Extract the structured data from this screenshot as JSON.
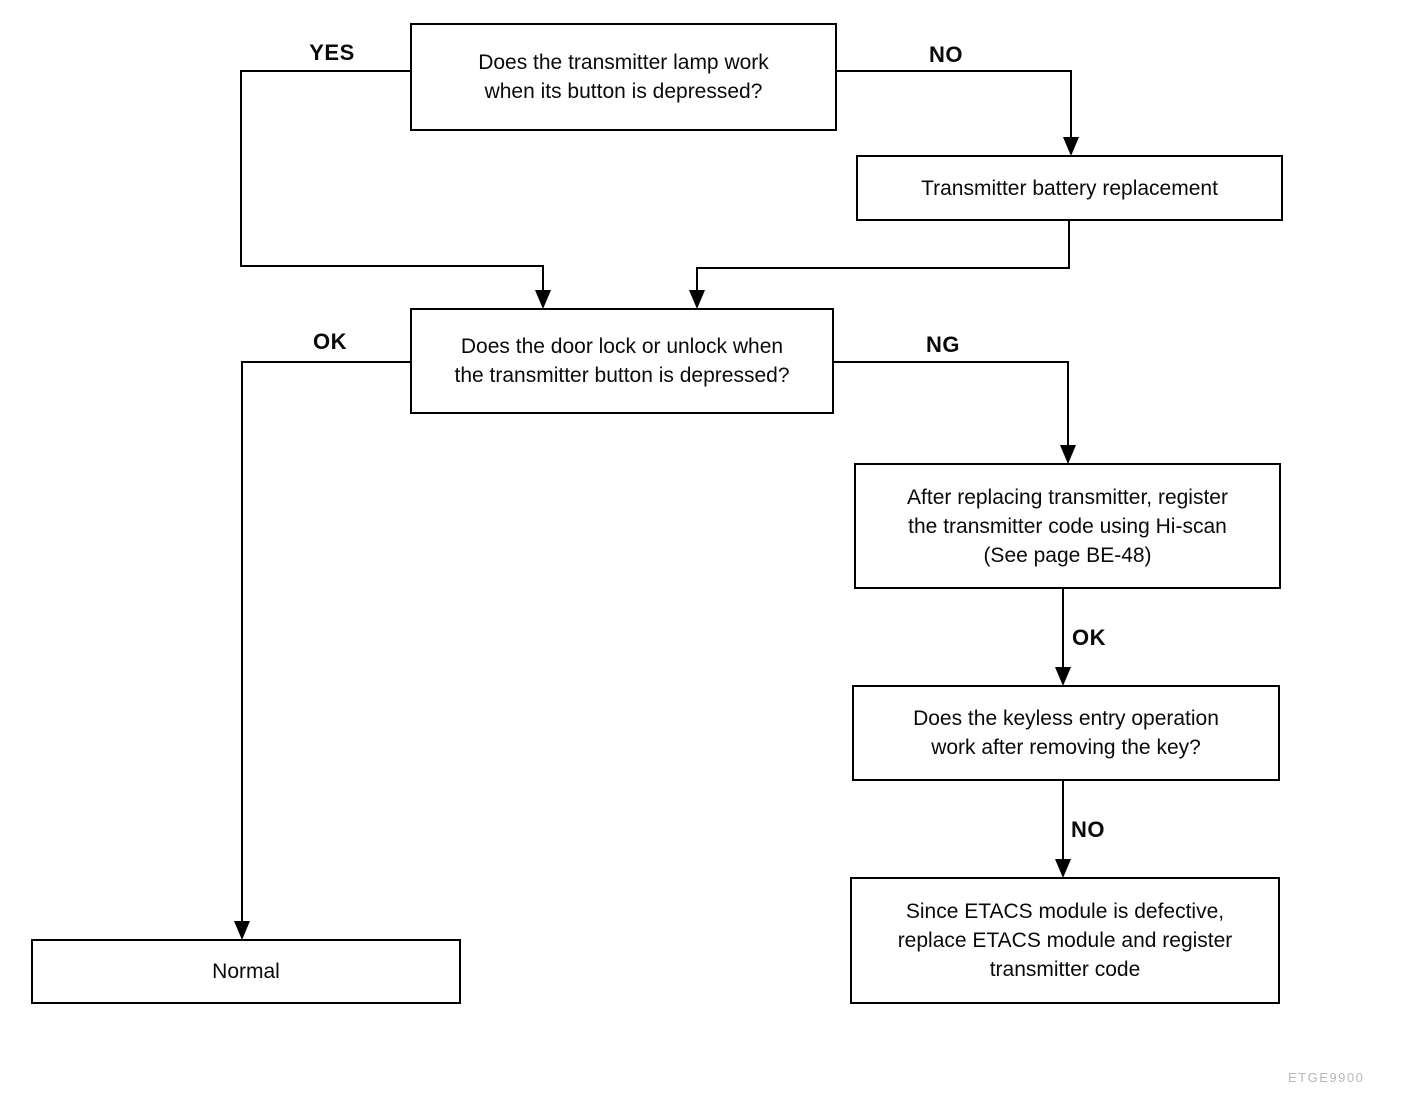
{
  "flowchart": {
    "title": "Keyless entry transmitter troubleshooting flowchart",
    "nodes": {
      "q_transmitter_lamp": {
        "text": "Does the transmitter lamp work\nwhen its button is depressed?"
      },
      "battery_replacement": {
        "text": "Transmitter battery replacement"
      },
      "q_door_lock": {
        "text": "Does the door lock or unlock when\nthe transmitter button is depressed?"
      },
      "register_code": {
        "text": "After replacing transmitter, register\nthe transmitter code using Hi-scan\n(See page BE-48)"
      },
      "q_keyless_entry": {
        "text": "Does the keyless entry operation\nwork after removing the key?"
      },
      "etacs_defective": {
        "text": "Since ETACS module is defective,\nreplace ETACS module and register\ntransmitter code"
      },
      "normal": {
        "text": "Normal"
      }
    },
    "labels": {
      "yes_1": {
        "text": "YES"
      },
      "no_1": {
        "text": "NO"
      },
      "ok_1": {
        "text": "OK"
      },
      "ng_1": {
        "text": "NG"
      },
      "ok_2": {
        "text": "OK"
      },
      "no_2": {
        "text": "NO"
      }
    },
    "footer_code": "ETGE9900",
    "colors": {
      "line": "#000000",
      "text": "#0a0a0a",
      "footer": "#b7b7b7",
      "background": "#ffffff"
    }
  }
}
